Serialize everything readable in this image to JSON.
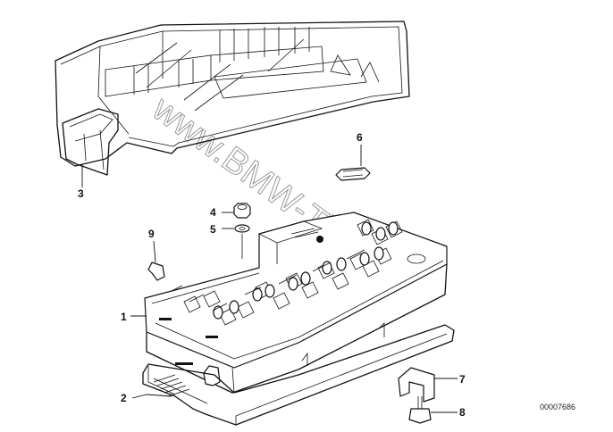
{
  "diagram": {
    "callouts": [
      {
        "id": "1",
        "label": "1"
      },
      {
        "id": "2",
        "label": "2"
      },
      {
        "id": "3",
        "label": "3"
      },
      {
        "id": "4",
        "label": "4"
      },
      {
        "id": "5",
        "label": "5"
      },
      {
        "id": "6",
        "label": "6"
      },
      {
        "id": "7",
        "label": "7"
      },
      {
        "id": "8",
        "label": "8"
      },
      {
        "id": "9",
        "label": "9"
      }
    ],
    "doc_number": "00007686",
    "watermark": "www.BMW-Tile.pl"
  }
}
